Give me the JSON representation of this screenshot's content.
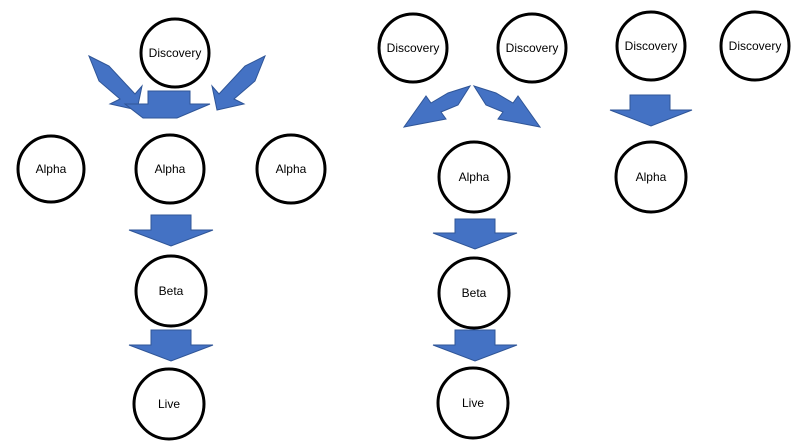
{
  "colors": {
    "arrow_fill": "#4472c4",
    "node_stroke": "#000000",
    "node_fill": "#ffffff"
  },
  "diagrams": [
    {
      "nodes": [
        {
          "id": "d1-discovery",
          "label": "Discovery"
        },
        {
          "id": "d1-alpha-left",
          "label": "Alpha"
        },
        {
          "id": "d1-alpha-center",
          "label": "Alpha"
        },
        {
          "id": "d1-alpha-right",
          "label": "Alpha"
        },
        {
          "id": "d1-beta",
          "label": "Beta"
        },
        {
          "id": "d1-live",
          "label": "Live"
        }
      ]
    },
    {
      "nodes": [
        {
          "id": "d2-discovery-left",
          "label": "Discovery"
        },
        {
          "id": "d2-discovery-right",
          "label": "Discovery"
        },
        {
          "id": "d2-alpha",
          "label": "Alpha"
        },
        {
          "id": "d2-beta",
          "label": "Beta"
        },
        {
          "id": "d2-live",
          "label": "Live"
        }
      ]
    },
    {
      "nodes": [
        {
          "id": "d3-discovery-left",
          "label": "Discovery"
        },
        {
          "id": "d3-discovery-right",
          "label": "Discovery"
        },
        {
          "id": "d3-alpha",
          "label": "Alpha"
        }
      ]
    }
  ]
}
